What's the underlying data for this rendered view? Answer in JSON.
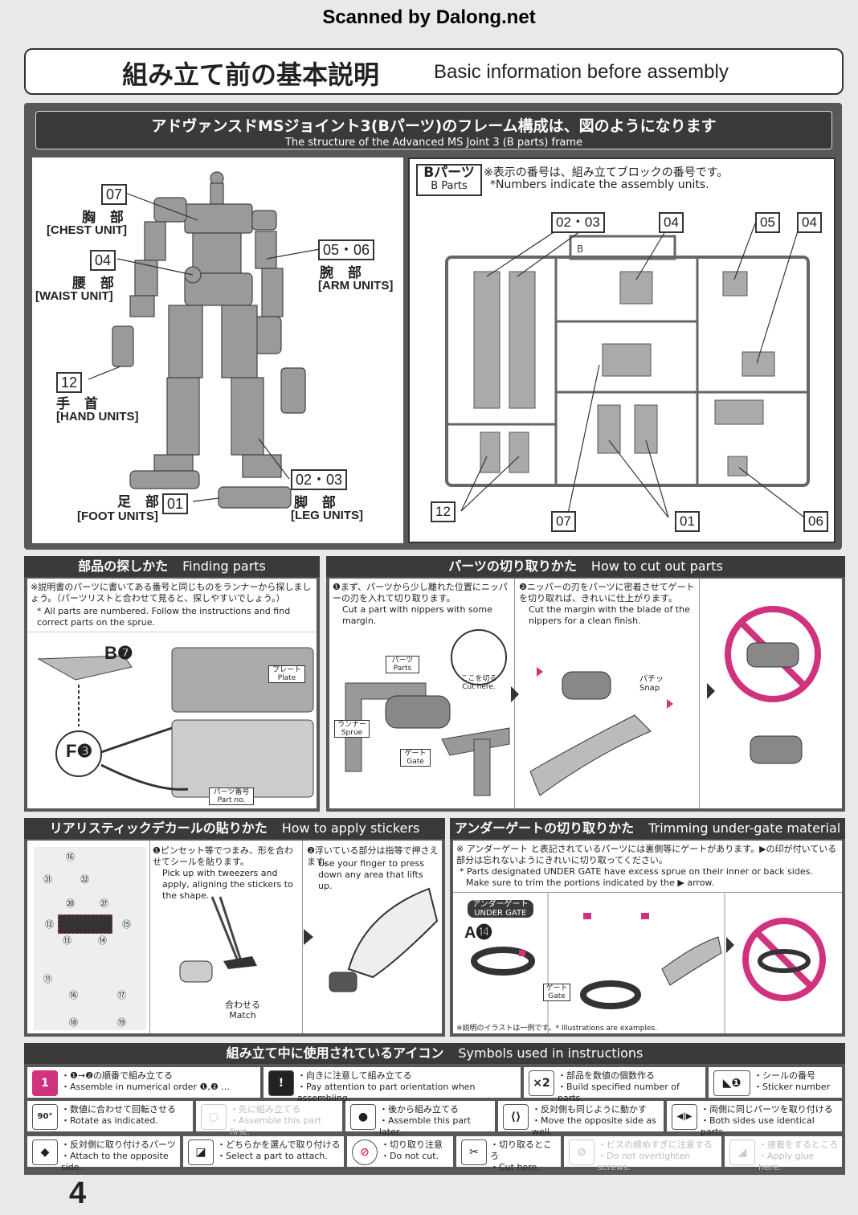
{
  "watermark": "Scanned by Dalong.net",
  "header": {
    "title_jp": "組み立て前の基本説明",
    "title_en": "Basic information before assembly"
  },
  "frame_section": {
    "title_jp": "アドヴァンスドMSジョイント3(Bパーツ)のフレーム構成は、図のようになります",
    "title_en": "The structure of the Advanced MS Joint 3 (B parts) frame",
    "labels": [
      {
        "num": "07",
        "jp": "胸 部",
        "en": "[CHEST UNIT]"
      },
      {
        "num": "04",
        "jp": "腰 部",
        "en": "[WAIST UNIT]"
      },
      {
        "num": "05・06",
        "jp": "腕 部",
        "en": "[ARM UNITS]"
      },
      {
        "num": "12",
        "jp": "手 首",
        "en": "[HAND UNITS]"
      },
      {
        "num": "01",
        "jp": "足 部",
        "en": "[FOOT UNITS]"
      },
      {
        "num": "02・03",
        "jp": "脚 部",
        "en": "[LEG UNITS]"
      }
    ],
    "bparts_title_jp": "Bパーツ",
    "bparts_title_en": "B Parts",
    "bparts_note_jp": "※表示の番号は、組み立てブロックの番号です。",
    "bparts_note_en": "*Numbers indicate the assembly units.",
    "sprue_label": "B",
    "sprue_callouts": [
      "02・03",
      "04",
      "05",
      "04",
      "12",
      "07",
      "01",
      "06"
    ]
  },
  "finding_parts": {
    "title_jp": "部品の探しかた",
    "title_en": "Finding parts",
    "note_jp": "※説明書のパーツに書いてある番号と同じものをランナーから探しましょう。（パーツリストと合わせて見ると、探しやすいでしょう。）",
    "note_en": "* All parts are numbered. Follow the instructions and find correct parts on the sprue.",
    "label_b7": "B❼",
    "label_f3": "F❸",
    "plate_jp": "プレート",
    "plate_en": "Plate",
    "partno_jp": "パーツ番号",
    "partno_en": "Part no."
  },
  "cut_parts": {
    "title_jp": "パーツの切り取りかた",
    "title_en": "How to cut out parts",
    "step1_jp": "❶まず、パーツから少し離れた位置にニッパーの刃を入れて切り取ります。",
    "step1_en": "Cut a part with nippers with some margin.",
    "step2_jp": "❷ニッパーの刃をパーツに密着させてゲートを切り取れば、きれいに仕上がります。",
    "step2_en": "Cut the margin with the blade of the nippers for a clean finish.",
    "parts_jp": "パーツ",
    "parts_en": "Parts",
    "runner_jp": "ランナー",
    "runner_en": "Sprue",
    "gate_jp": "ゲート",
    "gate_en": "Gate",
    "cut_jp": "ここを切る",
    "cut_en": "Cut here.",
    "snap_jp": "パチッ",
    "snap_en": "Snap"
  },
  "stickers": {
    "title_jp": "リアリスティックデカールの貼りかた",
    "title_en": "How to apply stickers",
    "step1_jp": "❶ピンセット等でつまみ、形を合わせてシールを貼ります。",
    "step1_en": "Pick up with tweezers and apply, aligning the stickers to the shape.",
    "step2_jp": "❷浮いている部分は指等で押さえます。",
    "step2_en": "Use your finger to press down any area that lifts up.",
    "match_jp": "合わせる",
    "match_en": "Match",
    "sheet_numbers": [
      "⑯",
      "㉑",
      "㉒",
      "⑳",
      "㉗",
      "⑫",
      "⑬",
      "⑭",
      "⑮",
      "⑪",
      "⑯",
      "⑰",
      "⑱",
      "⑲"
    ]
  },
  "undergate": {
    "title_jp": "アンダーゲートの切り取りかた",
    "title_en": "Trimming under-gate material",
    "note_jp": "※ アンダーゲート と表記されているパーツには裏側等にゲートがあります。▶の印が付いている部分は忘れないようにきれいに切り取ってください。",
    "note_en1": "* Parts designated UNDER GATE have excess sprue on their inner or back sides.",
    "note_en2": "Make sure to trim the portions indicated by the ▶ arrow.",
    "badge_jp": "アンダーゲート",
    "badge_en": "UNDER GATE",
    "part_label": "A⓮",
    "gate_jp": "ゲート",
    "gate_en": "Gate",
    "example_note": "※説明のイラストは一例です。* Illustrations are examples."
  },
  "symbols": {
    "title_jp": "組み立て中に使用されているアイコン",
    "title_en": "Symbols used in instructions",
    "items": [
      {
        "icon": "1",
        "jp": "・❶→❷の順番で組み立てる",
        "en": "・Assemble in numerical order ❶,❷ …",
        "faded": false
      },
      {
        "icon": "!",
        "jp": "・向きに注意して組み立てる",
        "en": "・Pay attention to part orientation when assembling.",
        "faded": false
      },
      {
        "icon": "×2",
        "jp": "・部品を数値の個数作る",
        "en": "・Build specified number of parts.",
        "faded": false
      },
      {
        "icon": "◣❶",
        "jp": "・シールの番号",
        "en": "・Sticker number",
        "faded": false
      },
      {
        "icon": "90°",
        "jp": "・数値に合わせて回転させる",
        "en": "・Rotate as indicated.",
        "faded": false
      },
      {
        "icon": "○",
        "jp": "・先に組み立てる",
        "en": "・Assemble this part first.",
        "faded": true
      },
      {
        "icon": "●",
        "jp": "・後から組み立てる",
        "en": "・Assemble this part later.",
        "faded": false
      },
      {
        "icon": "⟨⟩",
        "jp": "・反対側も同じように動かす",
        "en": "・Move the opposite side as well.",
        "faded": false
      },
      {
        "icon": "◀|▶",
        "jp": "・両側に同じパーツを取り付ける",
        "en": "・Both sides use identical parts.",
        "faded": false
      },
      {
        "icon": "◆",
        "jp": "・反対側に取り付けるパーツ",
        "en": "・Attach to the opposite side.",
        "faded": false
      },
      {
        "icon": "◪",
        "jp": "・どちらかを選んで取り付ける",
        "en": "・Select a part to attach.",
        "faded": false
      },
      {
        "icon": "⊘",
        "jp": "・切り取り注意",
        "en": "・Do not cut.",
        "faded": false
      },
      {
        "icon": "✂",
        "jp": "・切り取るところ",
        "en": "・Cut here.",
        "faded": false
      },
      {
        "icon": "⊘",
        "jp": "・ビスの締めすぎに注意する",
        "en": "・Do not overtighten screws.",
        "faded": true
      },
      {
        "icon": "◢",
        "jp": "・接着をするところ",
        "en": "・Apply glue here.",
        "faded": true
      }
    ]
  },
  "page_number": "4",
  "colors": {
    "magenta": "#d1327d",
    "dark": "#3a3a3a",
    "panel_bg": "#585858"
  }
}
